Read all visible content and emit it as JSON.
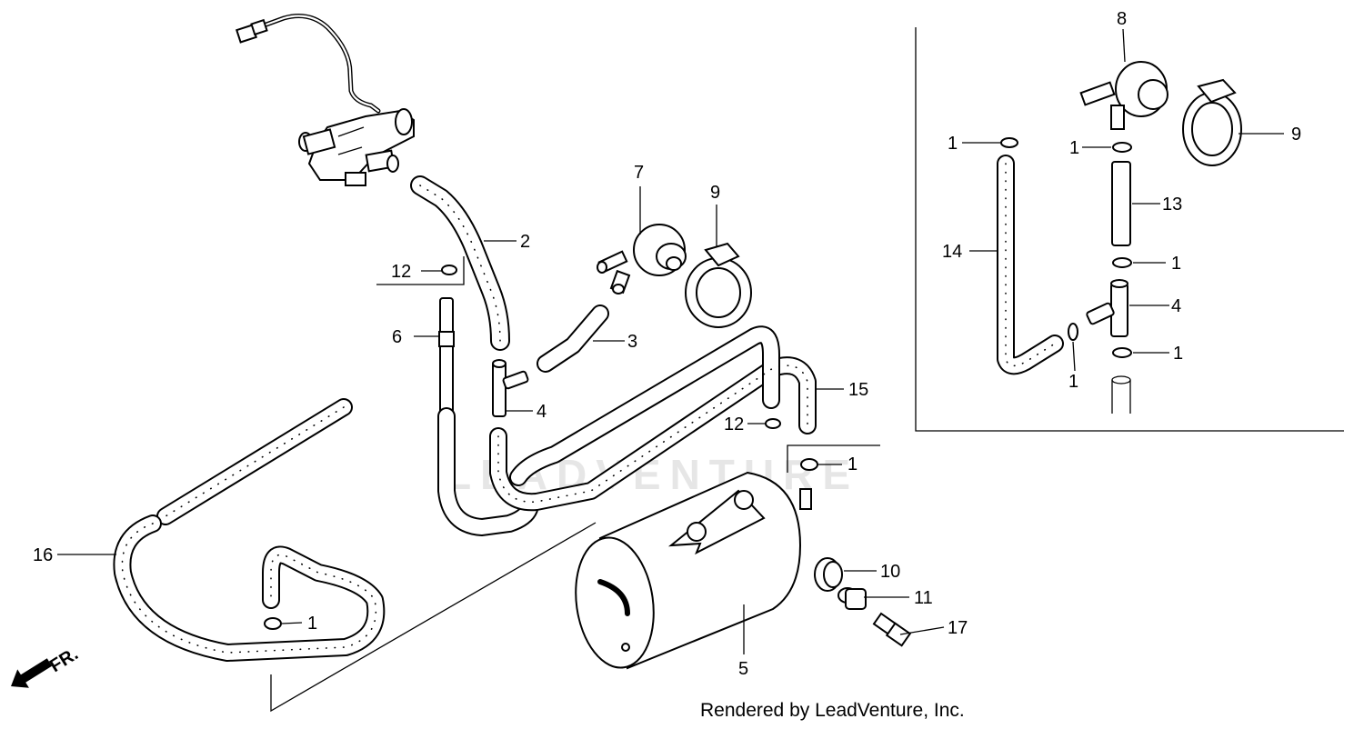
{
  "watermark": "LEADVENTURE",
  "footer": "Rendered by LeadVenture, Inc.",
  "direction_label": "FR.",
  "callouts": {
    "c1_left": "1",
    "c1_center": "1",
    "c1_box_a": "1",
    "c1_box_b": "1",
    "c1_box_c": "1",
    "c1_box_d": "1",
    "c1_box_e": "1",
    "c2": "2",
    "c3": "3",
    "c4_main": "4",
    "c4_box": "4",
    "c5": "5",
    "c6": "6",
    "c7": "7",
    "c8": "8",
    "c9_main": "9",
    "c9_box": "9",
    "c10": "10",
    "c11": "11",
    "c12_a": "12",
    "c12_b": "12",
    "c13": "13",
    "c14": "14",
    "c15": "15",
    "c16": "16",
    "c17": "17"
  }
}
